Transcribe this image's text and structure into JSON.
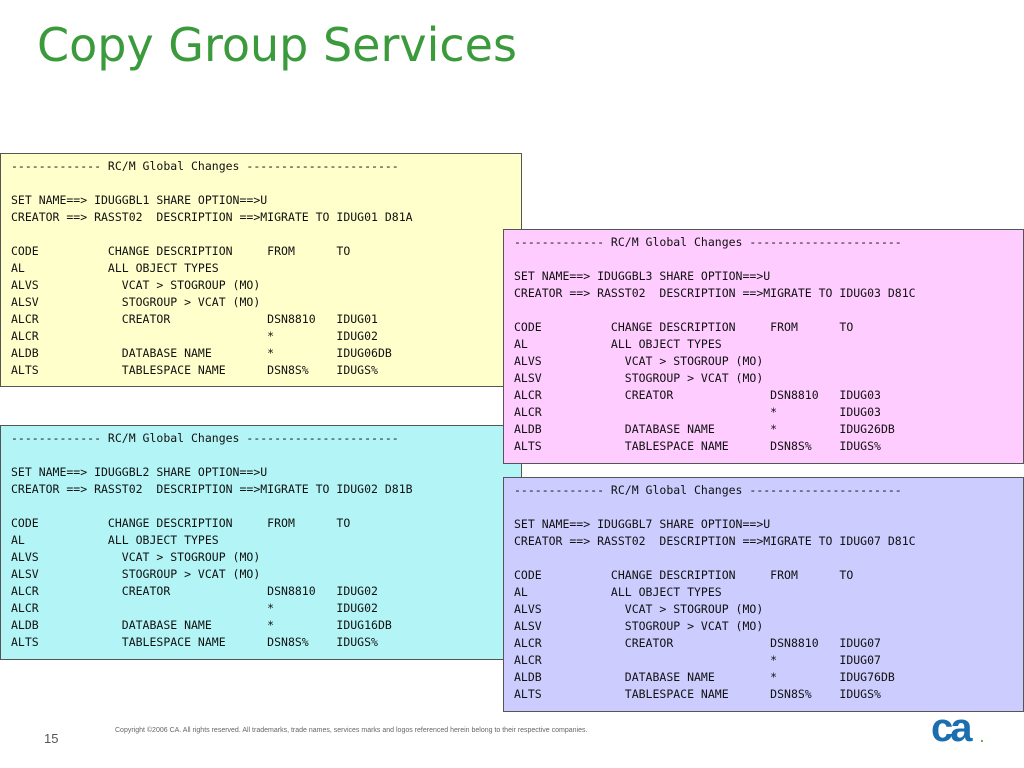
{
  "title": "Copy Group Services",
  "page_number": "15",
  "copyright": "Copyright ©2006 CA. All rights reserved. All trademarks, trade names, services marks and logos referenced herein belong to their respective companies.",
  "logo": {
    "text": "ca",
    "mark": ".",
    "colors": {
      "main": "#1b6fae",
      "accent": "#5db14a"
    }
  },
  "panels": [
    {
      "name": "IDUGGBL1",
      "background": "#ffffcc",
      "lines": [
        "------------- RC/M Global Changes ----------------------",
        "",
        "SET NAME==> IDUGGBL1 SHARE OPTION==>U",
        "CREATOR ==> RASST02  DESCRIPTION ==>MIGRATE TO IDUG01 D81A",
        "",
        "CODE          CHANGE DESCRIPTION     FROM      TO",
        "AL            ALL OBJECT TYPES",
        "ALVS            VCAT > STOGROUP (MO)",
        "ALSV            STOGROUP > VCAT (MO)",
        "ALCR            CREATOR              DSN8810   IDUG01",
        "ALCR                                 *         IDUG02",
        "ALDB            DATABASE NAME        *         IDUG06DB",
        "ALTS            TABLESPACE NAME      DSN8S%    IDUGS%"
      ]
    },
    {
      "name": "IDUGGBL3",
      "background": "#ffccff",
      "lines": [
        "------------- RC/M Global Changes ----------------------",
        "",
        "SET NAME==> IDUGGBL3 SHARE OPTION==>U",
        "CREATOR ==> RASST02  DESCRIPTION ==>MIGRATE TO IDUG03 D81C",
        "",
        "CODE          CHANGE DESCRIPTION     FROM      TO",
        "AL            ALL OBJECT TYPES",
        "ALVS            VCAT > STOGROUP (MO)",
        "ALSV            STOGROUP > VCAT (MO)",
        "ALCR            CREATOR              DSN8810   IDUG03",
        "ALCR                                 *         IDUG03",
        "ALDB            DATABASE NAME        *         IDUG26DB",
        "ALTS            TABLESPACE NAME      DSN8S%    IDUGS%"
      ]
    },
    {
      "name": "IDUGGBL2",
      "background": "#b3f5f7",
      "lines": [
        "------------- RC/M Global Changes ----------------------",
        "",
        "SET NAME==> IDUGGBL2 SHARE OPTION==>U",
        "CREATOR ==> RASST02  DESCRIPTION ==>MIGRATE TO IDUG02 D81B",
        "",
        "CODE          CHANGE DESCRIPTION     FROM      TO",
        "AL            ALL OBJECT TYPES",
        "ALVS            VCAT > STOGROUP (MO)",
        "ALSV            STOGROUP > VCAT (MO)",
        "ALCR            CREATOR              DSN8810   IDUG02",
        "ALCR                                 *         IDUG02",
        "ALDB            DATABASE NAME        *         IDUG16DB",
        "ALTS            TABLESPACE NAME      DSN8S%    IDUGS%"
      ]
    },
    {
      "name": "IDUGGBL7",
      "background": "#ccccff",
      "lines": [
        "------------- RC/M Global Changes ----------------------",
        "",
        "SET NAME==> IDUGGBL7 SHARE OPTION==>U",
        "CREATOR ==> RASST02  DESCRIPTION ==>MIGRATE TO IDUG07 D81C",
        "",
        "CODE          CHANGE DESCRIPTION     FROM      TO",
        "AL            ALL OBJECT TYPES",
        "ALVS            VCAT > STOGROUP (MO)",
        "ALSV            STOGROUP > VCAT (MO)",
        "ALCR            CREATOR              DSN8810   IDUG07",
        "ALCR                                 *         IDUG07",
        "ALDB            DATABASE NAME        *         IDUG76DB",
        "ALTS            TABLESPACE NAME      DSN8S%    IDUGS%"
      ]
    }
  ]
}
